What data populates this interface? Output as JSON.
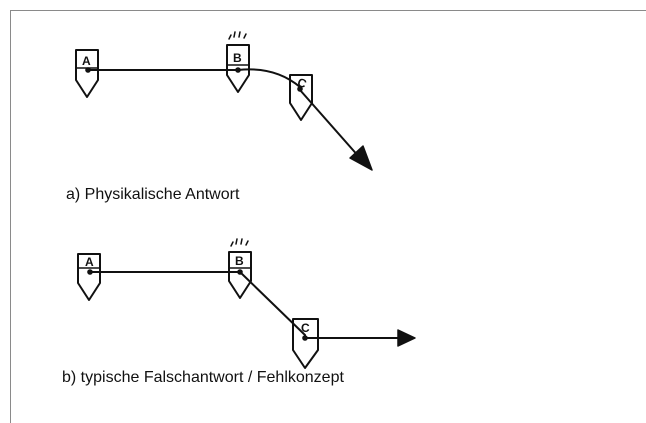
{
  "diagrams": {
    "a": {
      "caption": "a) Physikalische Antwort",
      "nodes": [
        {
          "label": "A",
          "glow": false
        },
        {
          "label": "B",
          "glow": true
        },
        {
          "label": "C",
          "glow": false
        }
      ]
    },
    "b": {
      "caption": "b)  typische Falschantwort / Fehlkonzept",
      "nodes": [
        {
          "label": "A",
          "glow": false
        },
        {
          "label": "B",
          "glow": true
        },
        {
          "label": "C",
          "glow": false
        }
      ]
    }
  },
  "colors": {
    "ink": "#111111",
    "frame": "#8a8a8a"
  }
}
